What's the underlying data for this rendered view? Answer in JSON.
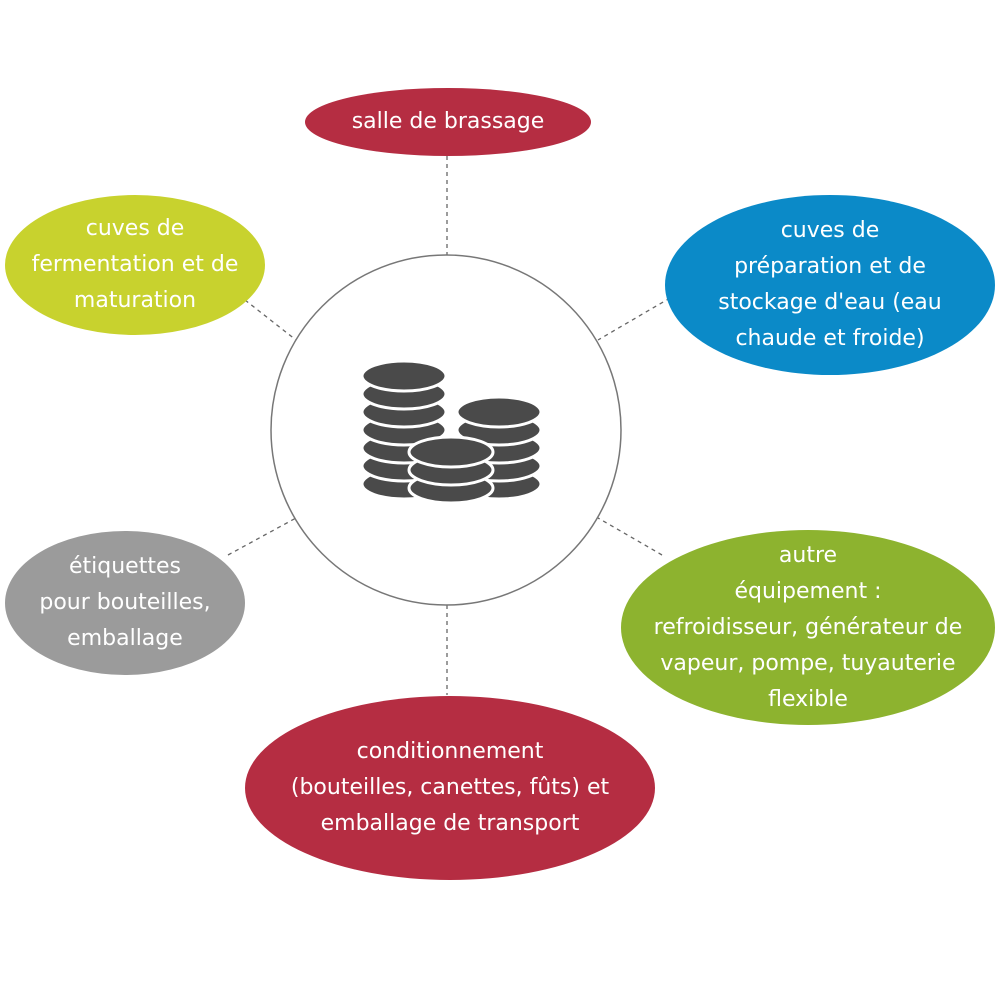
{
  "center": {
    "icon": "coins-stack-icon"
  },
  "nodes": [
    {
      "id": "brewhouse",
      "label": "salle de brassage",
      "color": "#b52d42"
    },
    {
      "id": "fermentation",
      "label": "cuves de\nfermentation et de\nmaturation",
      "color": "#c8d22e"
    },
    {
      "id": "water",
      "label": "cuves de\npréparation et de\nstockage d'eau (eau\nchaude et froide)",
      "color": "#0b8ac8"
    },
    {
      "id": "labels",
      "label": "étiquettes\npour bouteilles,\nemballage",
      "color": "#9b9b9b"
    },
    {
      "id": "equipment",
      "label": "autre\néquipement :\nrefroidisseur, générateur de\nvapeur, pompe, tuyauterie\nflexible",
      "color": "#8db32f"
    },
    {
      "id": "packaging",
      "label": "conditionnement\n(bouteilles, canettes, fûts) et\nemballage de transport",
      "color": "#b52d42"
    }
  ]
}
